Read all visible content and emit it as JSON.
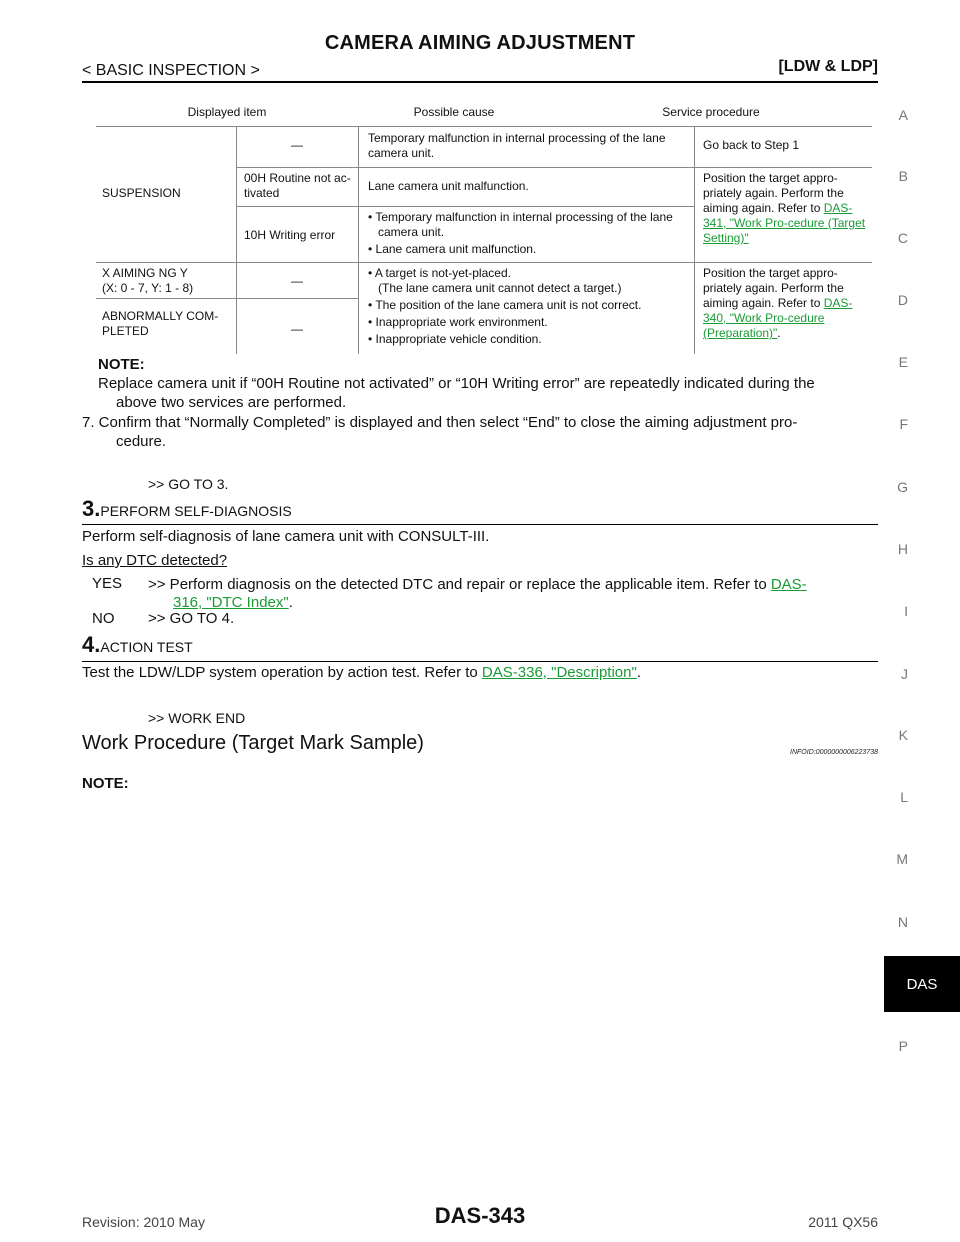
{
  "header": {
    "title": "CAMERA AIMING ADJUSTMENT",
    "section": "< BASIC INSPECTION >",
    "system": "[LDW & LDP]"
  },
  "side_index": [
    "A",
    "B",
    "C",
    "D",
    "E",
    "F",
    "G",
    "H",
    "I",
    "J",
    "K",
    "L",
    "M",
    "N",
    "P"
  ],
  "side_tab": "DAS",
  "table": {
    "headers": [
      "Displayed item",
      "Possible cause",
      "Service procedure"
    ],
    "suspension": "SUSPENSION",
    "dash": "—",
    "r1_cause": "Temporary malfunction in internal processing of the lane camera unit.",
    "r1_proc": "Go back to Step 1",
    "r2_item": "00H Routine not ac-tivated",
    "r2_cause": "Lane camera unit malfunction.",
    "r3_item": "10H Writing error",
    "r3_cause_1": "• Temporary malfunction in internal processing of the lane camera unit.",
    "r3_cause_2": "• Lane camera unit malfunction.",
    "proc_a_text": "Position the target appro-priately again. Perform the aiming again. Refer to",
    "proc_a_link": "DAS-341, \"Work Pro-cedure (Target Setting)\"",
    "r4_item_1": "X AIMING NG Y",
    "r4_item_2": "(X: 0 - 7, Y: 1 - 8)",
    "r5_item": "ABNORMALLY COM-PLETED",
    "r4_cause_1": "• A target is not-yet-placed.",
    "r4_cause_1b": "(The lane camera unit cannot detect a target.)",
    "r4_cause_2": "• The position of the lane camera unit is not correct.",
    "r4_cause_3": "• Inappropriate work environment.",
    "r4_cause_4": "• Inappropriate vehicle condition.",
    "proc_b_text": "Position the target appro-priately again. Perform the aiming again. Refer to",
    "proc_b_link": "DAS-340, \"Work Pro-cedure (Preparation)\"",
    "proc_b_tail": "."
  },
  "note": {
    "heading": "NOTE:",
    "line1": "Replace camera unit if “00H Routine not activated” or “10H Writing error” are repeatedly indicated during the",
    "line2": "above two services are performed."
  },
  "step7": {
    "line1": "7.  Confirm that “Normally Completed” is displayed and then select “End” to close the aiming adjustment pro-",
    "line2": "cedure."
  },
  "goto3": ">> GO TO 3.",
  "step3": {
    "num": "3.",
    "title": "PERFORM SELF-DIAGNOSIS",
    "text": "Perform self-diagnosis of lane camera unit with CONSULT-III.",
    "question": "Is any DTC detected?",
    "yes_label": "YES",
    "yes_text": ">> Perform diagnosis on the detected DTC and repair or replace the applicable item. Refer to",
    "yes_link_1": "DAS-",
    "yes_link_2": "316, \"DTC Index\"",
    "yes_tail": ".",
    "no_label": "NO",
    "no_text": ">> GO TO 4."
  },
  "step4": {
    "num": "4.",
    "title": "ACTION TEST",
    "text": "Test the LDW/LDP system operation by action test. Refer to",
    "link": "DAS-336, \"Description\"",
    "tail": ".",
    "end": ">> WORK END"
  },
  "work_procedure": {
    "title": "Work Procedure (Target Mark Sample)",
    "infoid": "INFOID:0000000006223738",
    "note": "NOTE:"
  },
  "footer": {
    "revision": "Revision: 2010 May",
    "page": "DAS-343",
    "model": "2011 QX56"
  }
}
